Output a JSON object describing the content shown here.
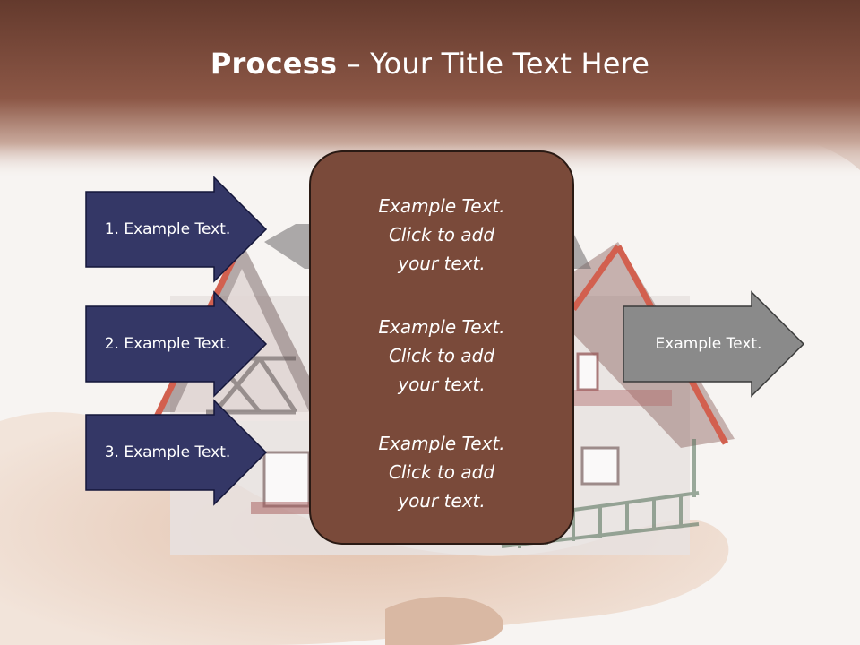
{
  "slide": {
    "title_bold": "Process",
    "title_rest": " – Your Title Text Here",
    "left_arrows": [
      {
        "label": "1. Example Text."
      },
      {
        "label": "2. Example Text."
      },
      {
        "label": "3. Example Text."
      }
    ],
    "center_blocks": [
      {
        "line1": "Example Text.",
        "line2": "Click  to add",
        "line3": "your text."
      },
      {
        "line1": "Example Text.",
        "line2": "Click  to add",
        "line3": "your text."
      },
      {
        "line1": "Example Text.",
        "line2": "Click  to add",
        "line3": "your text."
      }
    ],
    "right_arrow": {
      "label": "Example Text."
    }
  },
  "colors": {
    "header": "#7b4636",
    "left_arrow_fill": "#343766",
    "center_box_fill": "#7a4a3a",
    "right_arrow_fill": "#8a8a8a"
  }
}
